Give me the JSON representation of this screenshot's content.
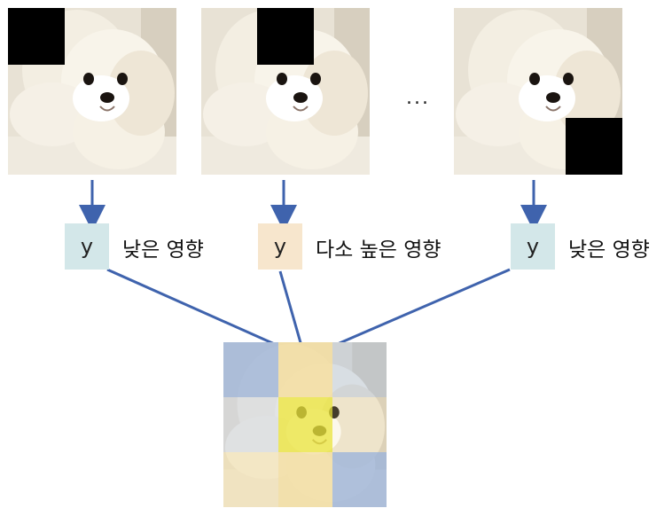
{
  "ellipsis": "...",
  "outputs": [
    {
      "symbol": "y",
      "effect": "낮은 영향"
    },
    {
      "symbol": "y",
      "effect": "다소 높은 영향"
    },
    {
      "symbol": "y",
      "effect": "낮은 영향"
    }
  ],
  "colors": {
    "occluder": "#000000",
    "low_box": "#d3e7e9",
    "mid_box": "#f7e6cd",
    "connector": "#3f63ad",
    "heat_low": "#9fb5d8",
    "heat_mid": "#f2dc9e",
    "heat_high": "#e9e33c"
  },
  "icons": [
    "dog-photo",
    "occlusion-patch",
    "arrow-down",
    "heatmap-grid"
  ]
}
